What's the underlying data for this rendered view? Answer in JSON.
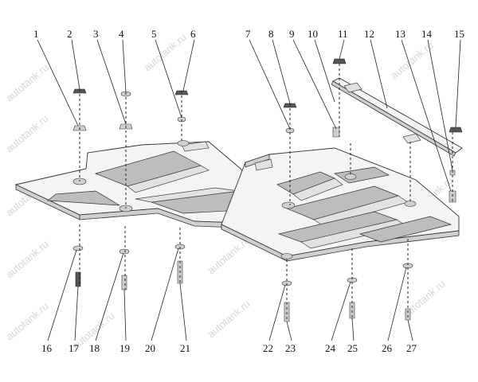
{
  "watermark": {
    "text": "autotank.ru"
  },
  "callouts": {
    "top": [
      "1",
      "2",
      "3",
      "4",
      "5",
      "6",
      "7",
      "8",
      "9",
      "10",
      "11",
      "12",
      "13",
      "14",
      "15"
    ],
    "bottom": [
      "16",
      "17",
      "18",
      "19",
      "20",
      "21",
      "22",
      "23",
      "24",
      "25",
      "26",
      "27"
    ]
  }
}
